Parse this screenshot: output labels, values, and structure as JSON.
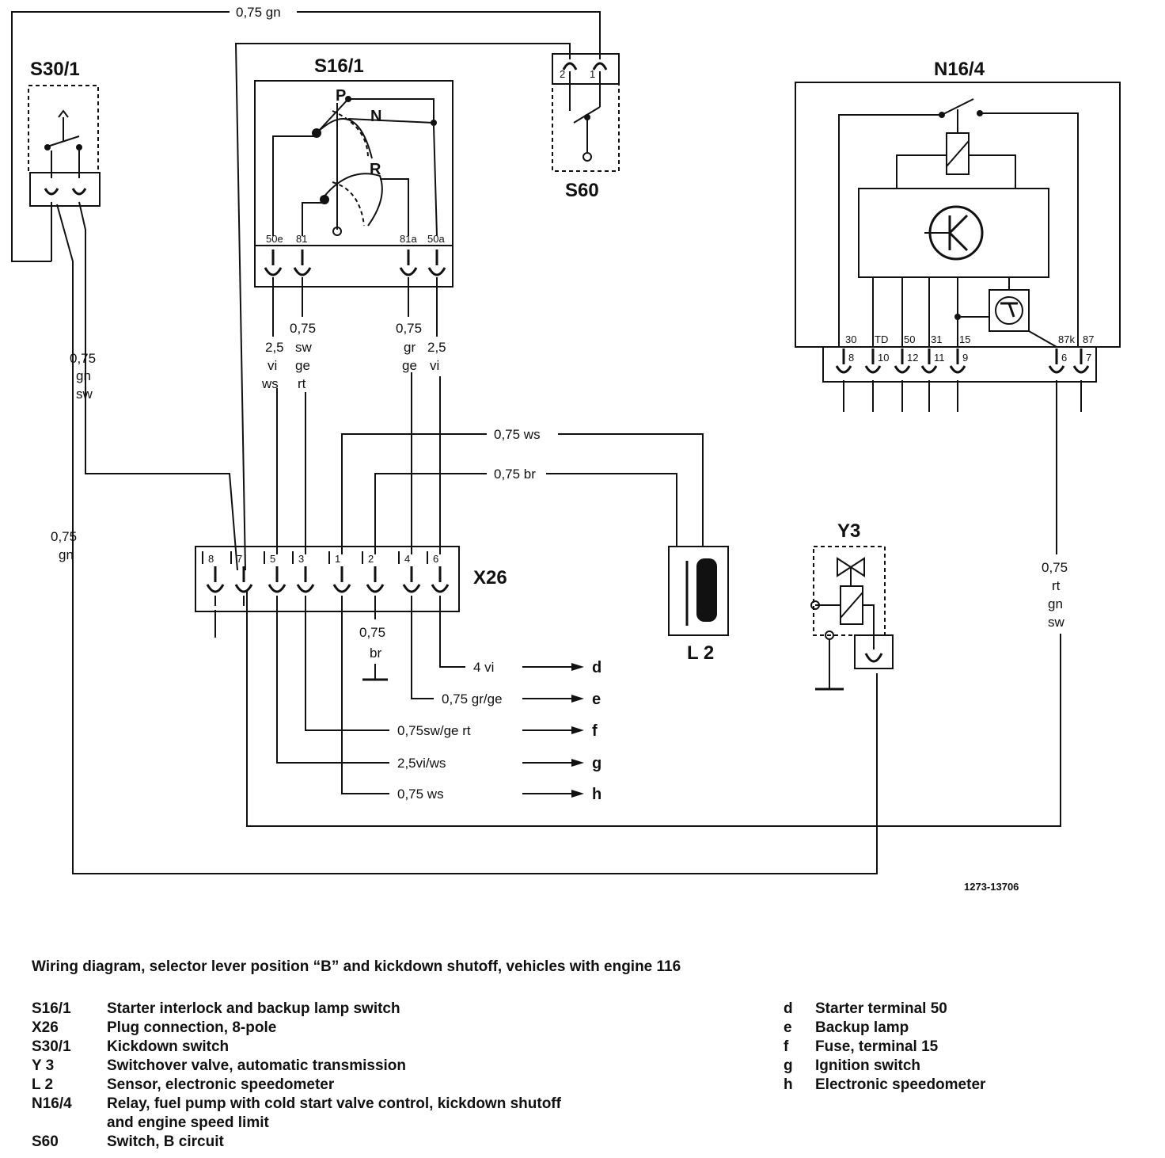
{
  "components": {
    "s30_1": "S30/1",
    "s16_1": "S16/1",
    "s60": "S60",
    "n16_4": "N16/4",
    "x26": "X26",
    "l2": "L 2",
    "y3": "Y3"
  },
  "s16_1_positions": [
    "P",
    "N",
    "R"
  ],
  "s16_1_terminals": [
    "50e",
    "81",
    "81a",
    "50a"
  ],
  "s60_terminals": [
    "2",
    "1"
  ],
  "n16_4_terminals_top": [
    "30",
    "TD",
    "50",
    "31",
    "15",
    "87k",
    "87"
  ],
  "n16_4_terminals_bottom": [
    "8",
    "10",
    "12",
    "11",
    "9",
    "6",
    "7"
  ],
  "x26_pins": [
    "8",
    "7",
    "5",
    "3",
    "1",
    "2",
    "4",
    "6"
  ],
  "wires": {
    "top": "0,75 gn",
    "s30_down_a": [
      "0,75",
      "gn",
      "sw"
    ],
    "s30_down_b": [
      "0,75",
      "gn"
    ],
    "s16_50e": [
      "2,5",
      "vi",
      "ws"
    ],
    "s16_81": [
      "0,75",
      "sw",
      "ge",
      "rt"
    ],
    "s16_81a": [
      "0,75",
      "gr",
      "ge"
    ],
    "s16_50a": [
      "2,5",
      "vi"
    ],
    "to_l2_ws": "0,75 ws",
    "to_l2_br": "0,75 br",
    "ground_br": [
      "0,75",
      "br"
    ],
    "n16_6": [
      "0,75",
      "rt",
      "gn",
      "sw"
    ]
  },
  "outputs": [
    {
      "wire": "4 vi",
      "terminal": "d"
    },
    {
      "wire": "0,75 gr/ge",
      "terminal": "e"
    },
    {
      "wire": "0,75sw/ge rt",
      "terminal": "f"
    },
    {
      "wire": "2,5vi/ws",
      "terminal": "g"
    },
    {
      "wire": "0,75 ws",
      "terminal": "h"
    }
  ],
  "figure_id": "1273-13706",
  "caption": "Wiring diagram, selector lever position “B” and kickdown shutoff, vehicles with engine 116",
  "legend_left": [
    {
      "code": "S16/1",
      "desc": "Starter interlock and backup lamp switch"
    },
    {
      "code": "X26",
      "desc": "Plug connection, 8-pole"
    },
    {
      "code": "S30/1",
      "desc": "Kickdown switch"
    },
    {
      "code": "Y 3",
      "desc": "Switchover valve, automatic transmission"
    },
    {
      "code": "L 2",
      "desc": "Sensor, electronic speedometer"
    },
    {
      "code": "N16/4",
      "desc": "Relay, fuel pump with cold start valve control, kickdown shutoff"
    },
    {
      "code": "",
      "desc": "and engine speed limit"
    },
    {
      "code": "S60",
      "desc": "Switch, B circuit"
    }
  ],
  "legend_right": [
    {
      "code": "d",
      "desc": "Starter terminal 50"
    },
    {
      "code": "e",
      "desc": "Backup lamp"
    },
    {
      "code": "f",
      "desc": "Fuse, terminal 15"
    },
    {
      "code": "g",
      "desc": "Ignition switch"
    },
    {
      "code": "h",
      "desc": "Electronic speedometer"
    }
  ]
}
